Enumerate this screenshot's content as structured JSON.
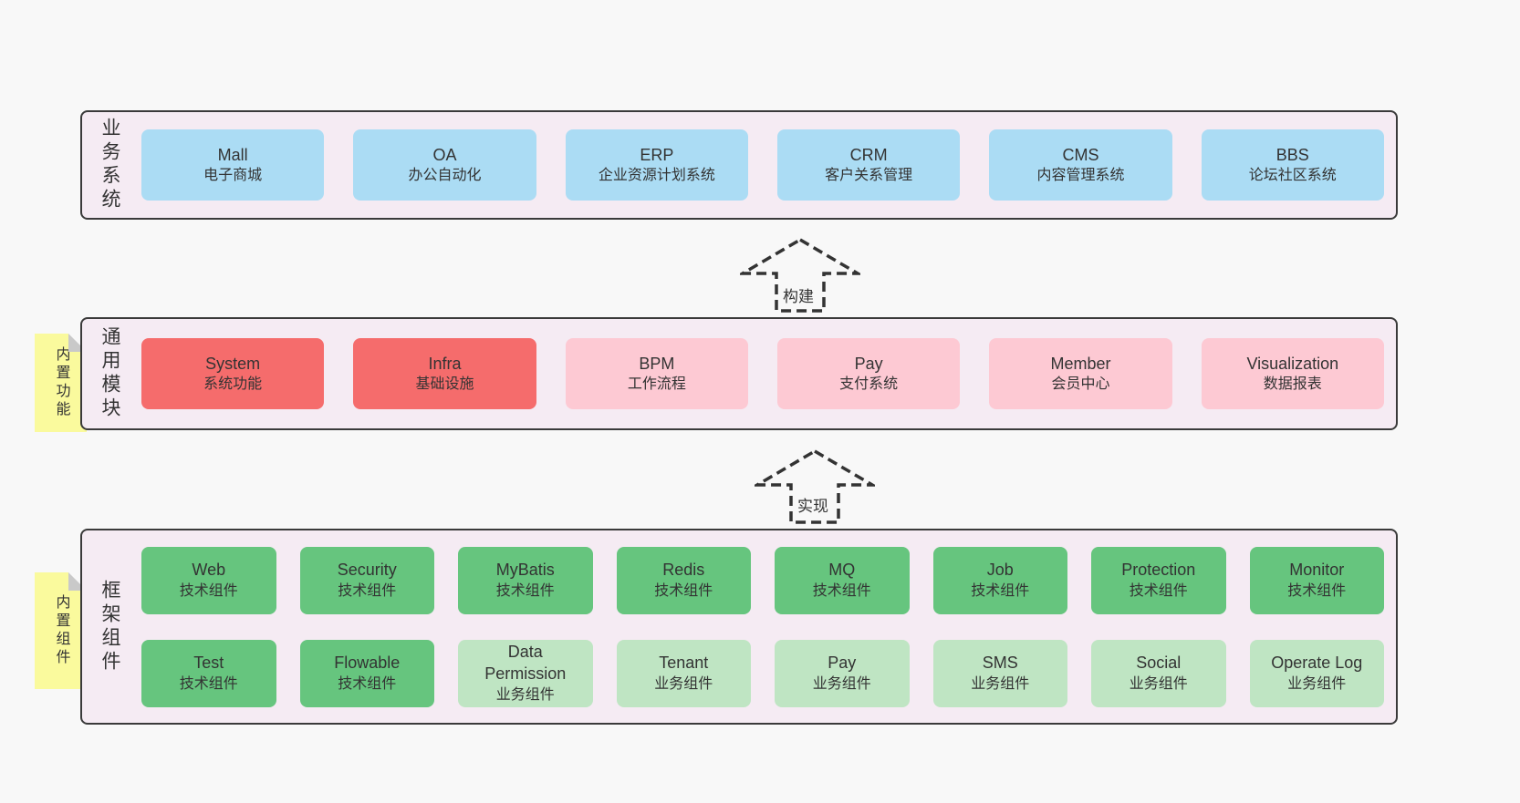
{
  "colors": {
    "page_bg": "#f8f8f8",
    "panel_bg": "#f5ebf3",
    "panel_border": "#3a3a3a",
    "blue": "#abdcf4",
    "red": "#f56c6c",
    "pink": "#fdc9d3",
    "green": "#66c57e",
    "light_green": "#bfe5c3",
    "note_bg": "#fafa9d",
    "note_fold": "#c9c9c9",
    "text": "#333333"
  },
  "arrows": [
    {
      "label": "构建"
    },
    {
      "label": "实现"
    }
  ],
  "panels": [
    {
      "label": "业务系统",
      "note": "",
      "rows": [
        [
          {
            "name": "Mall",
            "desc": "电子商城",
            "color": "blue"
          },
          {
            "name": "OA",
            "desc": "办公自动化",
            "color": "blue"
          },
          {
            "name": "ERP",
            "desc": "企业资源计划系统",
            "color": "blue"
          },
          {
            "name": "CRM",
            "desc": "客户关系管理",
            "color": "blue"
          },
          {
            "name": "CMS",
            "desc": "内容管理系统",
            "color": "blue"
          },
          {
            "name": "BBS",
            "desc": "论坛社区系统",
            "color": "blue"
          }
        ]
      ]
    },
    {
      "label": "通用模块",
      "note": "内置功能",
      "rows": [
        [
          {
            "name": "System",
            "desc": "系统功能",
            "color": "red"
          },
          {
            "name": "Infra",
            "desc": "基础设施",
            "color": "red"
          },
          {
            "name": "BPM",
            "desc": "工作流程",
            "color": "pink"
          },
          {
            "name": "Pay",
            "desc": "支付系统",
            "color": "pink"
          },
          {
            "name": "Member",
            "desc": "会员中心",
            "color": "pink"
          },
          {
            "name": "Visualization",
            "desc": "数据报表",
            "color": "pink"
          }
        ]
      ]
    },
    {
      "label": "框架组件",
      "note": "内置组件",
      "rows": [
        [
          {
            "name": "Web",
            "desc": "技术组件",
            "color": "green"
          },
          {
            "name": "Security",
            "desc": "技术组件",
            "color": "green"
          },
          {
            "name": "MyBatis",
            "desc": "技术组件",
            "color": "green"
          },
          {
            "name": "Redis",
            "desc": "技术组件",
            "color": "green"
          },
          {
            "name": "MQ",
            "desc": "技术组件",
            "color": "green"
          },
          {
            "name": "Job",
            "desc": "技术组件",
            "color": "green"
          },
          {
            "name": "Protection",
            "desc": "技术组件",
            "color": "green"
          },
          {
            "name": "Monitor",
            "desc": "技术组件",
            "color": "green"
          }
        ],
        [
          {
            "name": "Test",
            "desc": "技术组件",
            "color": "green"
          },
          {
            "name": "Flowable",
            "desc": "技术组件",
            "color": "green"
          },
          {
            "name": "Data Permission",
            "desc": "业务组件",
            "color": "light_green"
          },
          {
            "name": "Tenant",
            "desc": "业务组件",
            "color": "light_green"
          },
          {
            "name": "Pay",
            "desc": "业务组件",
            "color": "light_green"
          },
          {
            "name": "SMS",
            "desc": "业务组件",
            "color": "light_green"
          },
          {
            "name": "Social",
            "desc": "业务组件",
            "color": "light_green"
          },
          {
            "name": "Operate Log",
            "desc": "业务组件",
            "color": "light_green"
          }
        ]
      ]
    }
  ]
}
